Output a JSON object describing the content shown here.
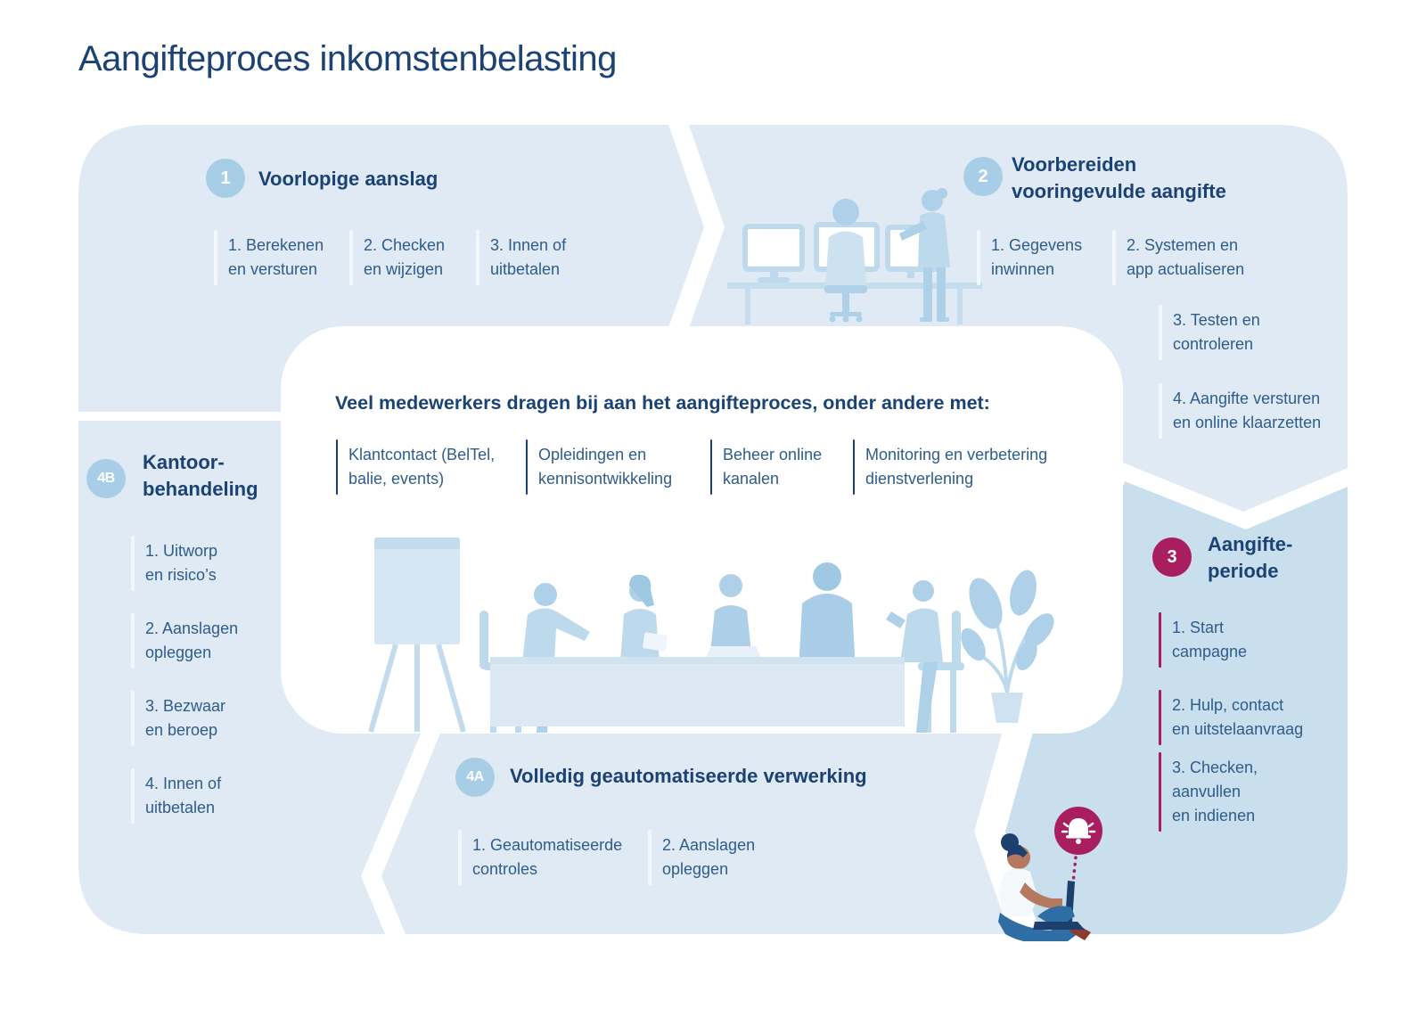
{
  "page_title": "Aangifteproces inkomstenbelasting",
  "colors": {
    "panel_light": "#dfeaf4",
    "panel_dark": "#c9dfee",
    "badge_blue": "#a7cee6",
    "accent_magenta": "#a81e5f",
    "heading_navy": "#1b4274",
    "body_blue": "#2e5c8c",
    "illustration_blue": "#aed0e8",
    "white": "#ffffff"
  },
  "sections": {
    "s1": {
      "badge": "1",
      "title": "Voorlopige aanslag",
      "items": [
        "1. Berekenen\nen versturen",
        "2. Checken\nen wijzigen",
        "3. Innen of\nuitbetalen"
      ]
    },
    "s2": {
      "badge": "2",
      "title": "Voorbereiden\nvooringevulde aangifte",
      "items": [
        "1. Gegevens\ninwinnen",
        "2. Systemen en\napp actualiseren",
        "3. Testen en\ncontroleren",
        "4. Aangifte versturen\nen online klaarzetten"
      ]
    },
    "s3": {
      "badge": "3",
      "title": "Aangifte-\nperiode",
      "items": [
        "1. Start\ncampagne",
        "2. Hulp, contact\nen uitstelaanvraag",
        "3. Checken,\naanvullen\nen indienen"
      ]
    },
    "s4a": {
      "badge": "4A",
      "title": "Volledig geautomatiseerde verwerking",
      "items": [
        "1. Geautomatiseerde\ncontroles",
        "2. Aanslagen\nopleggen"
      ]
    },
    "s4b": {
      "badge": "4B",
      "title": "Kantoor-\nbehandeling",
      "items": [
        "1. Uitworp\nen risico’s",
        "2. Aanslagen\nopleggen",
        "3. Bezwaar\nen beroep",
        "4. Innen of\nuitbetalen"
      ]
    }
  },
  "center": {
    "heading": "Veel medewerkers dragen bij aan het aangifteproces, onder andere met:",
    "columns": [
      "Klantcontact (BelTel,\nbalie, events)",
      "Opleidingen en\nkennisontwikkeling",
      "Beheer online\nkanalen",
      "Monitoring en verbetering\ndienstverlening"
    ]
  }
}
